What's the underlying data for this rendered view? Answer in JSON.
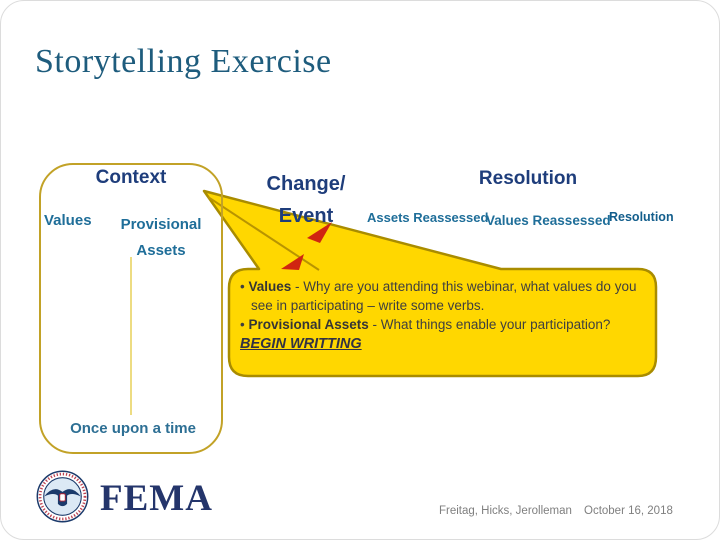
{
  "slide": {
    "title": "Storytelling Exercise",
    "footer": {
      "authors": "Freitag, Hicks, Jerolleman",
      "date": "October 16, 2018"
    },
    "logo": {
      "wordmark": "FEMA"
    }
  },
  "diagram": {
    "context": {
      "header": "Context",
      "values": "Values",
      "provisional": "Provisional Assets",
      "once": "Once upon a time"
    },
    "change": {
      "line1": "Change/",
      "line2": "Event"
    },
    "resolution": {
      "header": "Resolution",
      "assets_reassessed": "Assets Reassessed",
      "values_reassessed": "Values Reassessed",
      "resolution": "Resolution"
    }
  },
  "callout": {
    "bullets": [
      {
        "lead": "Values",
        "rest": " - Why are you attending this webinar, what values do you see in participating – write some verbs."
      },
      {
        "lead": "Provisional Assets",
        "rest": " - What things enable your participation?"
      }
    ],
    "emphasis": "BEGIN WRITTING"
  },
  "colors": {
    "title-color": "#1E5C7D",
    "header-navy": "#1E3D7B",
    "teal": "#1F6E99",
    "teal-dark": "#135E8C",
    "gold-border": "#C2A227",
    "callout-border": "#A98C00",
    "callout-fill": "#FFD700",
    "divider": "#EDDC82",
    "red": "#D02511",
    "text-dark": "#3F3F3F",
    "emphasis-color": "#323244",
    "fema-navy": "#24356B",
    "footer-gray": "#7F7F7F"
  }
}
